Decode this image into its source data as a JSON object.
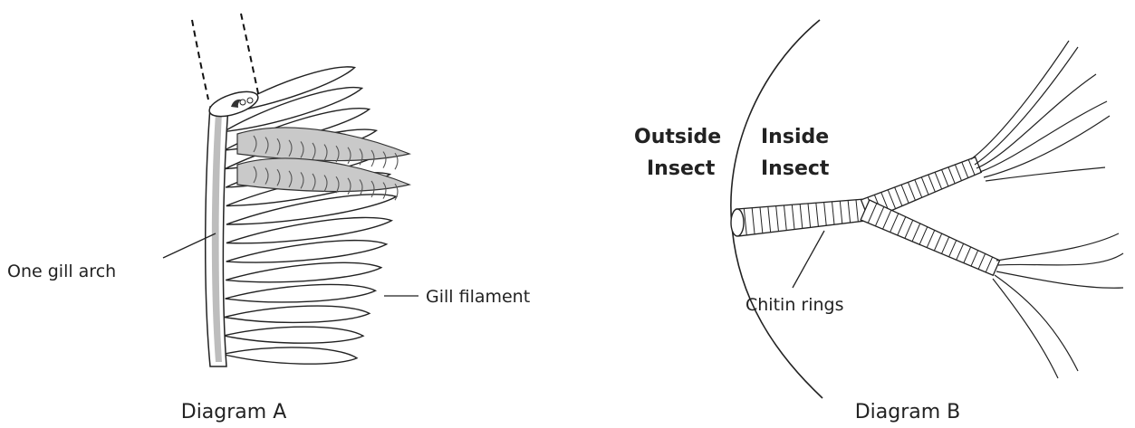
{
  "diagram_a": {
    "caption": "Diagram A",
    "labels": {
      "gill_arch": "One gill arch",
      "gill_filament": "Gill filament"
    }
  },
  "diagram_b": {
    "caption": "Diagram B",
    "labels": {
      "outside_line1": "Outside",
      "outside_line2": "Insect",
      "inside_line1": "Inside",
      "inside_line2": "Insect",
      "chitin_rings": "Chitin rings"
    }
  }
}
